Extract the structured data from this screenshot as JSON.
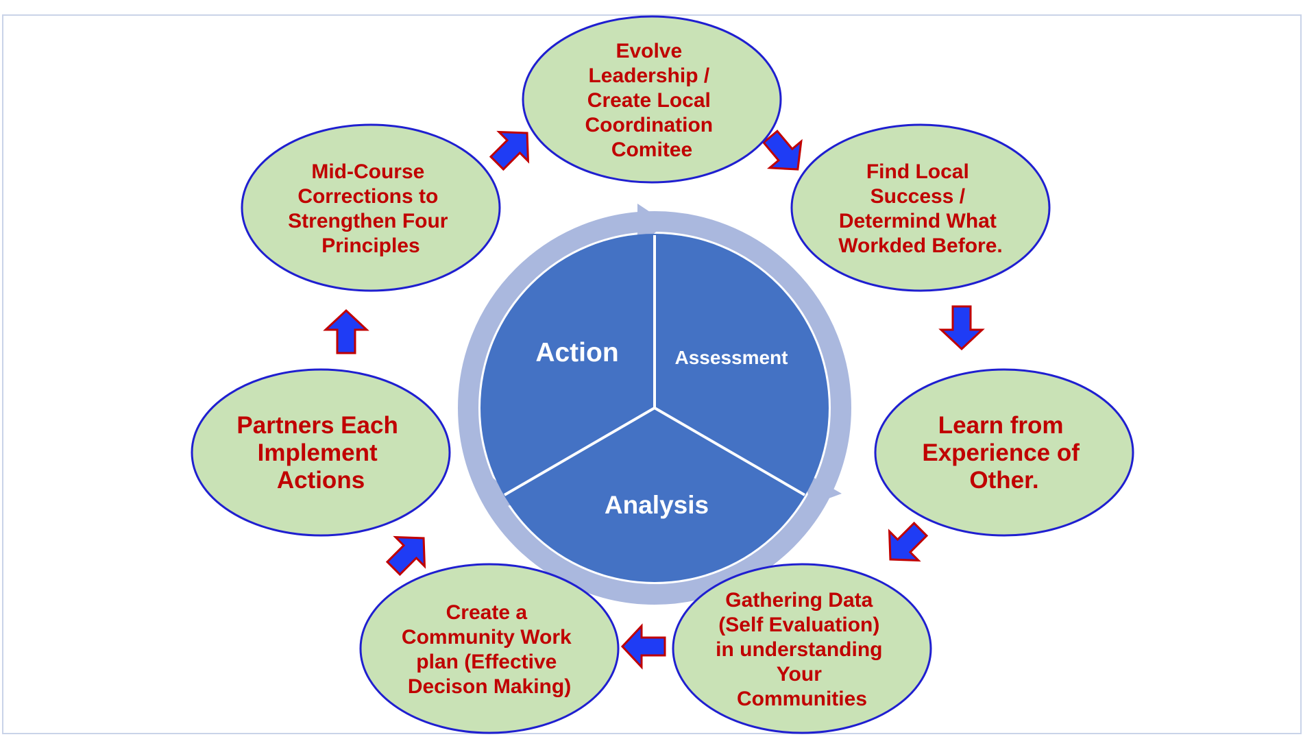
{
  "diagram": {
    "colors": {
      "node_fill": "#c9e2b6",
      "node_stroke": "#1f1fd0",
      "node_text": "#c00000",
      "arrow_fill": "#1f3cf5",
      "arrow_stroke": "#c00000",
      "wheel_fill": "#4472c4",
      "ring": "#aab8de",
      "frame": "#c9d3e8"
    },
    "center": {
      "segments": [
        {
          "label": "Action"
        },
        {
          "label": "Assessment"
        },
        {
          "label": "Analysis"
        }
      ]
    },
    "nodes": [
      {
        "id": "evolve-leadership",
        "lines": [
          "Evolve",
          "Leadership /",
          "Create Local",
          "Coordination",
          "Comitee"
        ]
      },
      {
        "id": "find-local-success",
        "lines": [
          "Find Local",
          "Success /",
          "Determind What",
          "Workded Before."
        ]
      },
      {
        "id": "learn-from-experience",
        "lines": [
          "Learn from",
          "Experience of",
          "Other."
        ]
      },
      {
        "id": "gathering-data",
        "lines": [
          "Gathering Data",
          "(Self Evaluation)",
          "in understanding",
          "Your",
          "Communities"
        ]
      },
      {
        "id": "community-work-plan",
        "lines": [
          "Create a",
          "Community Work",
          "plan (Effective",
          "Decison Making)"
        ]
      },
      {
        "id": "partners-implement",
        "lines": [
          "Partners Each",
          "Implement",
          "Actions"
        ]
      },
      {
        "id": "mid-course-corrections",
        "lines": [
          "Mid-Course",
          "Corrections to",
          "Strengthen Four",
          "Principles"
        ]
      }
    ]
  }
}
